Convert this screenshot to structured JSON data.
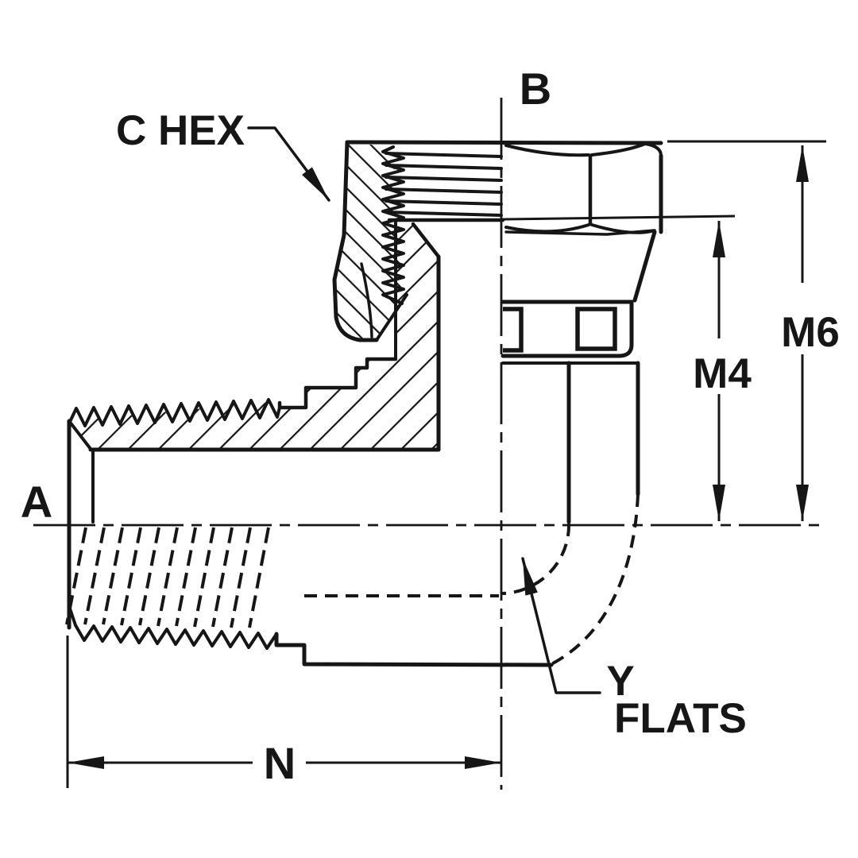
{
  "drawing": {
    "ink_color": "#161616",
    "background_color": "#ffffff",
    "axis_labels": {
      "horizontal": "A",
      "vertical": "B"
    },
    "callouts": {
      "hex": "C HEX",
      "flats_line1": "Y",
      "flats_line2": "FLATS"
    },
    "dimensions": {
      "height_outer": "M6",
      "height_inner": "M4",
      "length": "N"
    }
  }
}
